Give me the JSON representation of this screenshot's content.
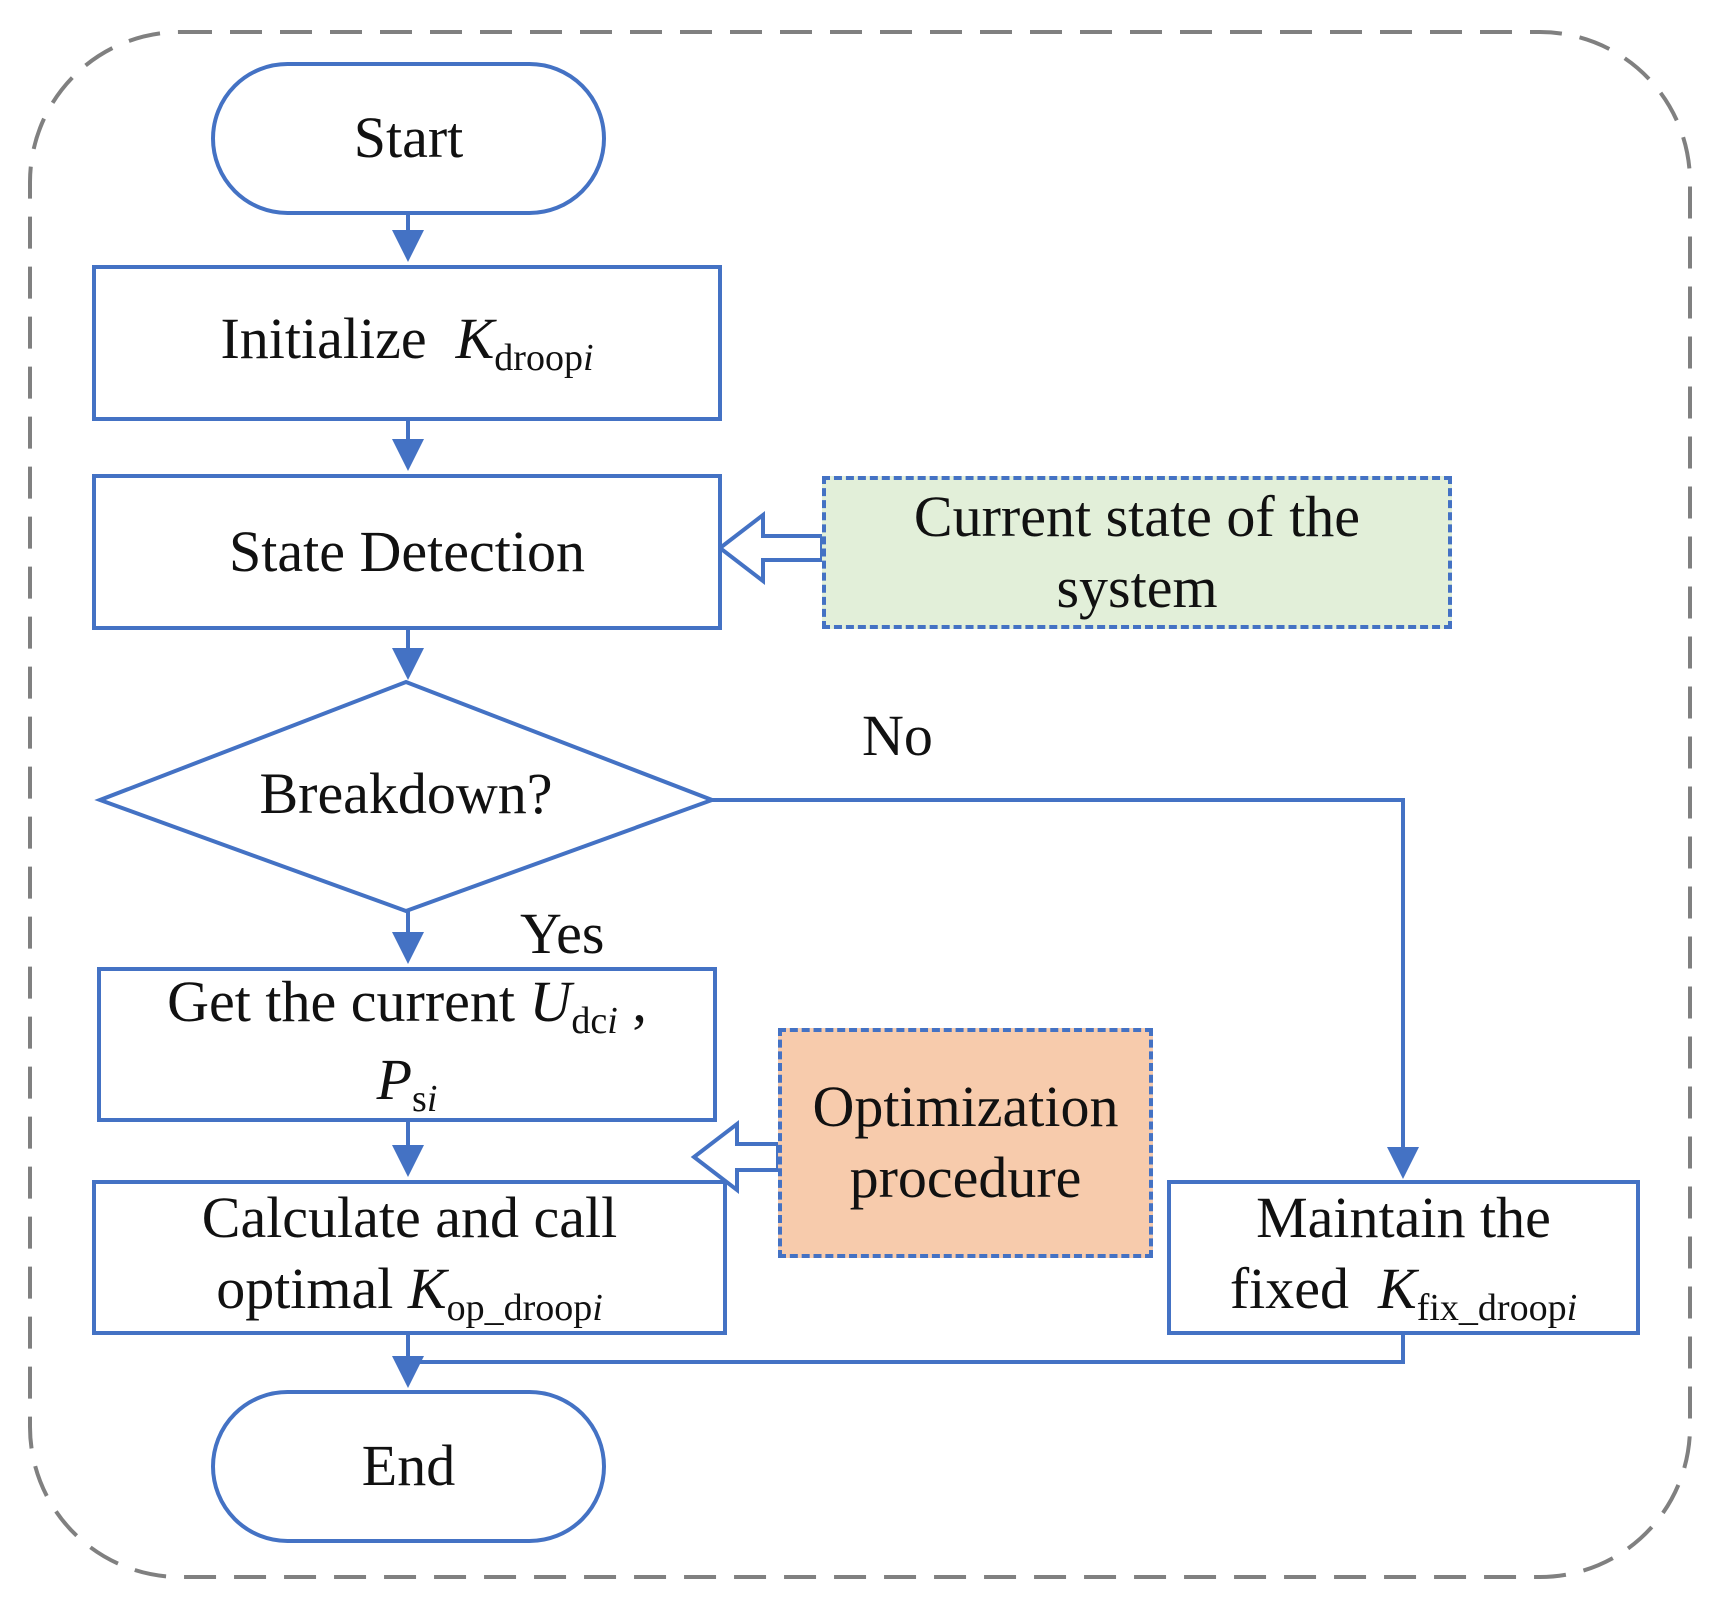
{
  "nodes": {
    "start": {
      "label": "Start"
    },
    "initialize": {
      "label": "Initialize",
      "var": "K",
      "sub": "droop",
      "sub_i": "i"
    },
    "state_detection": {
      "label": "State Detection"
    },
    "current_state": {
      "line1": "Current state of the",
      "line2": "system"
    },
    "breakdown": {
      "label": "Breakdown?"
    },
    "get_current": {
      "prefix": "Get the current ",
      "u_var": "U",
      "u_sub": "dc",
      "u_sub_i": "i",
      "comma": " ,",
      "p_var": "P",
      "p_sub": "s",
      "p_sub_i": "i"
    },
    "optimization": {
      "line1": "Optimization",
      "line2": "procedure"
    },
    "calculate": {
      "line1": "Calculate and call",
      "line2_prefix": "optimal ",
      "var": "K",
      "sub": "op_droop",
      "sub_i": "i"
    },
    "maintain": {
      "line1": "Maintain the",
      "line2_prefix": "fixed ",
      "var": "K",
      "sub": "fix_droop",
      "sub_i": "i"
    },
    "end": {
      "label": "End"
    }
  },
  "branches": {
    "yes": "Yes",
    "no": "No"
  },
  "colors": {
    "stroke": "#4472c4",
    "outer_border": "#808080",
    "note_green": "#e2efd9",
    "note_orange": "#f7cbac"
  }
}
